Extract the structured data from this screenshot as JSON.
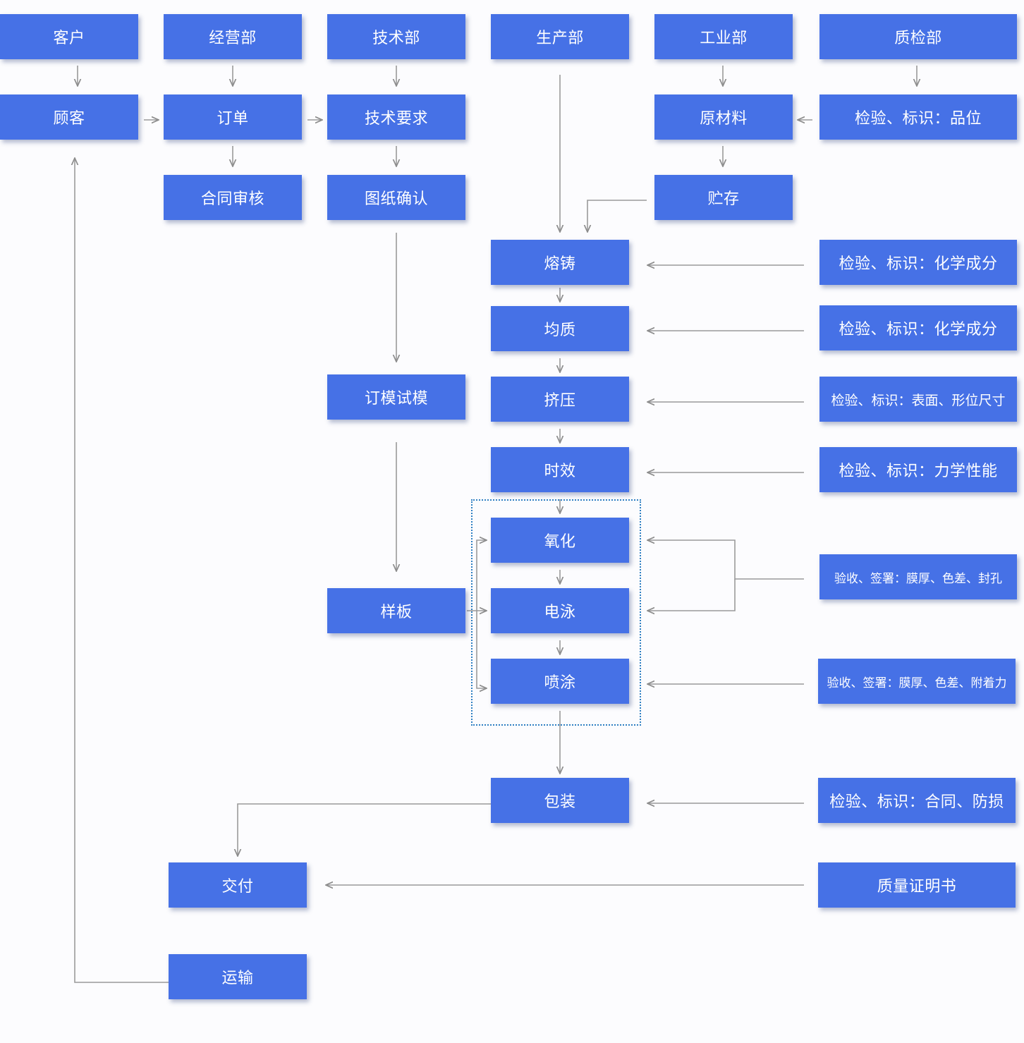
{
  "nodes": {
    "customer_dept": "客户",
    "business_dept": "经营部",
    "tech_dept": "技术部",
    "production_dept": "生产部",
    "industry_dept": "工业部",
    "qc_dept": "质检部",
    "client": "顾客",
    "order": "订单",
    "tech_requirements": "技术要求",
    "raw_material": "原材料",
    "inspect_grade": "检验、标识：品位",
    "contract_review": "合同审核",
    "drawing_confirm": "图纸确认",
    "storage": "贮存",
    "casting": "熔铸",
    "inspect_chem_1": "检验、标识：化学成分",
    "homogenize": "均质",
    "inspect_chem_2": "检验、标识：化学成分",
    "mold_trial": "订模试模",
    "extrusion": "挤压",
    "inspect_surface": "检验、标识：表面、形位尺寸",
    "aging": "时效",
    "inspect_mech": "检验、标识：力学性能",
    "oxidation": "氧化",
    "accept_film_seal": "验收、签署：膜厚、色差、封孔",
    "sample": "样板",
    "electrophoresis": "电泳",
    "spraying": "喷涂",
    "accept_film_adhesion": "验收、签署：膜厚、色差、附着力",
    "packaging": "包装",
    "inspect_contract": "检验、标识：合同、防损",
    "delivery": "交付",
    "quality_cert": "质量证明书",
    "transport": "运输"
  }
}
